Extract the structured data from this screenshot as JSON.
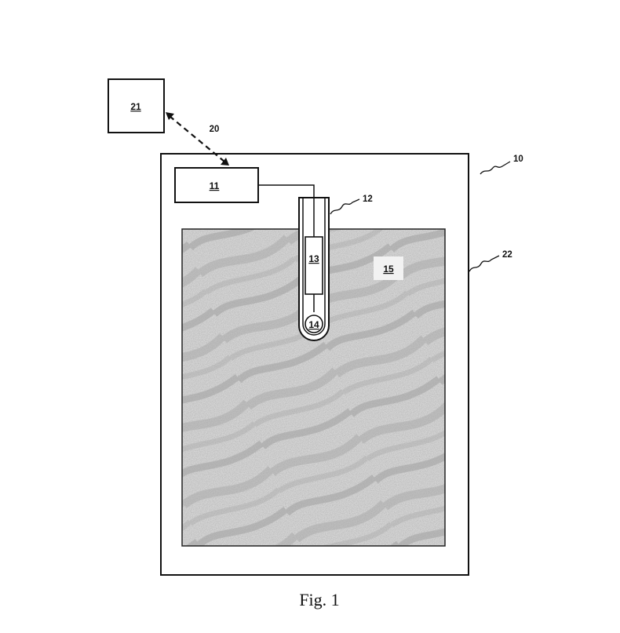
{
  "figure": {
    "caption": "Fig. 1",
    "blocks": {
      "remote_unit": "21",
      "control_unit": "11",
      "sensor_element": "13",
      "probe_tip": "14",
      "medium_label": "15"
    },
    "references": {
      "wireless_link": "20",
      "system": "10",
      "probe": "12",
      "container": "22"
    },
    "colors": {
      "line": "#111111",
      "medium_fill": "#c9c9c9",
      "background": "#ffffff"
    }
  }
}
